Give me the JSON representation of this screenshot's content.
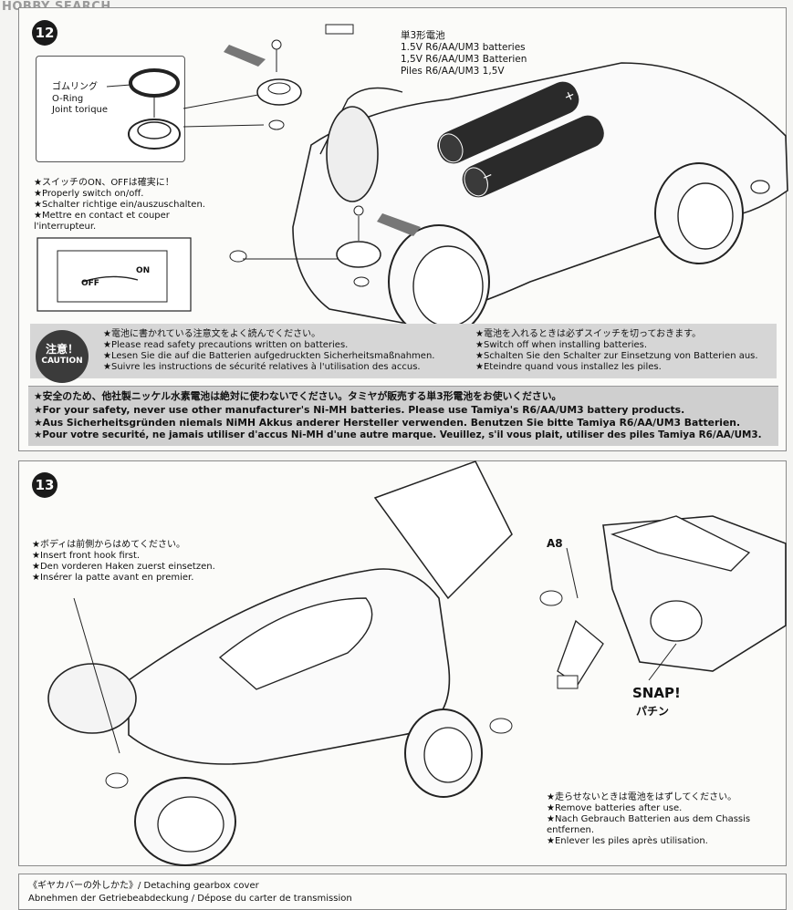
{
  "watermark": "HOBBY SEARCH",
  "step12": {
    "number": "12",
    "battery_label": [
      "単3形電池",
      "1.5V R6/AA/UM3 batteries",
      "1,5V R6/AA/UM3 Batterien",
      "Piles R6/AA/UM3 1,5V"
    ],
    "oring_label": [
      "ゴムリング",
      "O-Ring",
      "Joint torique"
    ],
    "switch_note": [
      "★スイッチのON、OFFは確実に！",
      "★Properly switch on/off.",
      "★Schalter richtige ein/auszuschalten.",
      "★Mettre en contact et couper",
      "l'interrupteur."
    ],
    "switch_on": "ON",
    "switch_off": "OFF",
    "caution_badge_jp": "注意！",
    "caution_badge_en": "CAUTION",
    "caution_left": [
      "★電池に書かれている注意文をよく読んでください。",
      "★Please read safety precautions written on batteries.",
      "★Lesen Sie die auf die Batterien aufgedruckten Sicherheitsmaßnahmen.",
      "★Suivre les instructions de sécurité relatives à l'utilisation des accus."
    ],
    "caution_right": [
      "★電池を入れるときは必ずスイッチを切っておきます。",
      "★Switch off when installing batteries.",
      "★Schalten Sie den Schalter zur Einsetzung von Batterien aus.",
      "★Eteindre quand vous installez les piles."
    ],
    "safety": [
      "★安全のため、他社製ニッケル水素電池は絶対に使わないでください。タミヤが販売する単3形電池をお使いください。",
      "★For your safety, never use other manufacturer's Ni-MH batteries. Please use Tamiya's R6/AA/UM3 battery products.",
      "★Aus Sicherheitsgründen niemals NiMH Akkus anderer Hersteller verwenden. Benutzen Sie bitte Tamiya R6/AA/UM3 Batterien.",
      "★Pour votre securité, ne jamais utiliser d'accus Ni-MH d'une autre marque. Veuillez, s'il vous plait, utiliser des piles Tamiya R6/AA/UM3."
    ]
  },
  "step13": {
    "number": "13",
    "body_note": [
      "★ボディは前側からはめてください。",
      "★Insert front hook first.",
      "★Den vorderen Haken zuerst einsetzen.",
      "★Insérer la patte avant en premier."
    ],
    "part_label": "A8",
    "snap": "SNAP!",
    "snap_jp": "パチン",
    "remove_note": [
      "★走らせないときは電池をはずしてください。",
      "★Remove batteries after use.",
      "★Nach Gebrauch Batterien aus dem Chassis",
      "entfernen.",
      "★Enlever les piles après utilisation."
    ]
  },
  "step14": {
    "title": "《ギヤカバーの外しかた》/ Detaching gearbox cover",
    "subtitle": "Abnehmen der Getriebeabdeckung / Dépose du carter de transmission"
  },
  "colors": {
    "caution_band": "#d6d6d6",
    "badge": "#3b3b3b",
    "safety_band": "#cfcfcf"
  }
}
